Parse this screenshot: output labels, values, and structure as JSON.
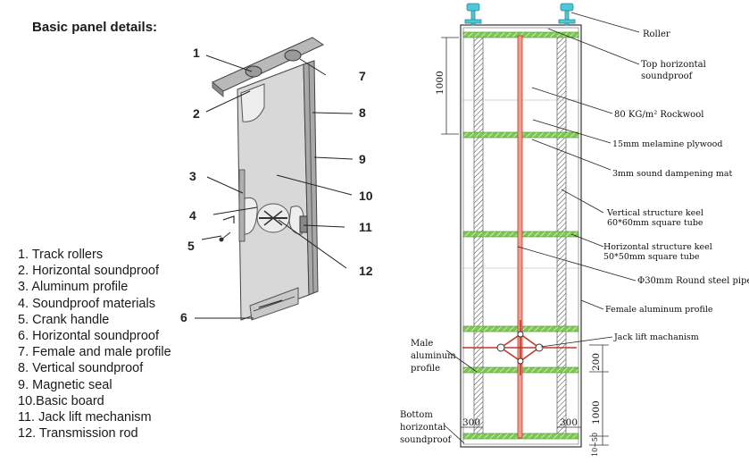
{
  "left": {
    "title": "Basic panel details:",
    "legend": [
      "1. Track rollers",
      "2. Horizontal soundproof",
      "3. Aluminum profile",
      "4. Soundproof materials",
      "5. Crank handle",
      "6. Horizontal soundproof",
      "7. Female and male profile",
      "8. Vertical soundproof",
      "9. Magnetic seal",
      "10.Basic board",
      "11. Jack lift mechanism",
      "12. Transmission rod"
    ],
    "callouts": [
      "1",
      "2",
      "3",
      "4",
      "5",
      "6",
      "7",
      "8",
      "9",
      "10",
      "11",
      "12"
    ]
  },
  "right": {
    "labels": {
      "roller": "Roller",
      "top_soundproof_1": "Top horizontal",
      "top_soundproof_2": "soundproof",
      "rockwool": "80 KG/m² Rockwool",
      "plywood": "15mm melamine plywood",
      "mat": "3mm sound dampening mat",
      "vkeel_1": "Vertical structure keel",
      "vkeel_2": "60*60mm square tube",
      "hkeel_1": "Horizontal structure keel",
      "hkeel_2": "50*50mm square tube",
      "pipe": "Φ30mm Round steel pipe",
      "female": "Female aluminum profile",
      "jack": "Jack lift machanism",
      "male_1": "Male",
      "male_2": "aluminum",
      "male_3": "profile",
      "bottom_1": "Bottom",
      "bottom_2": "horizontal",
      "bottom_3": "soundproof"
    },
    "dimensions": {
      "top_height": "1000",
      "bottom_height": "1000",
      "jack_height": "200",
      "left_width": "300",
      "right_width": "300",
      "base_gap": "10~50"
    },
    "colors": {
      "green": "#7ec850",
      "red": "#d94a3a",
      "roller": "#4fc7d6",
      "line": "#333333"
    }
  }
}
